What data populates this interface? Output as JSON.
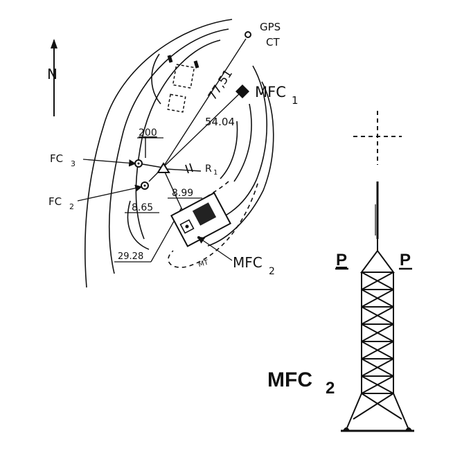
{
  "north": {
    "label": "N"
  },
  "gps": {
    "line1": "GPS",
    "line2": "CT"
  },
  "distances": {
    "d_gps": "77,51",
    "d_mfc1": "54.04",
    "d_fc3": "200",
    "d_fc2": "8.65",
    "d_mfc2": "8.99",
    "d_long": "29.28"
  },
  "labels": {
    "mfc1": "MFC",
    "mfc1_sub": "1",
    "fc3": "FC",
    "fc3_sub": "3",
    "fc2": "FC",
    "fc2_sub": "2",
    "r1": "R",
    "r1_sub": "1",
    "mfc2": "MFC",
    "mfc2_sub": "2",
    "mt": "MT"
  },
  "tower": {
    "label": "MFC",
    "label_sub": "2",
    "p_left": "P",
    "p_right": "P"
  },
  "colors": {
    "ink": "#111111",
    "background": "#ffffff"
  }
}
